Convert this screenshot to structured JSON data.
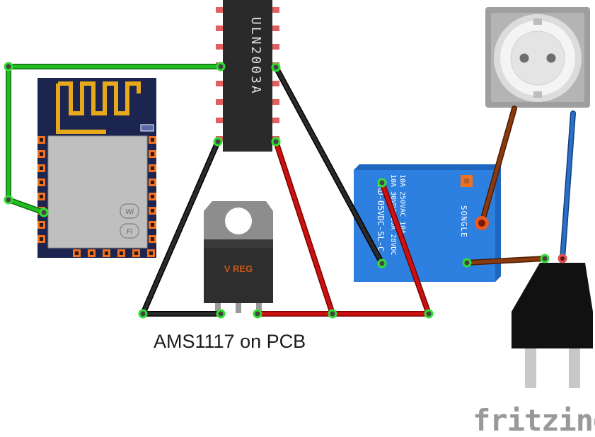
{
  "caption": "AMS1117 on PCB",
  "brand": "fritzing",
  "components": {
    "wifi_module": {
      "badge_top": "Wi",
      "badge_bottom": "Fi"
    },
    "driver_ic": {
      "label": "ULN2003A"
    },
    "regulator": {
      "label": "V REG"
    },
    "relay": {
      "brand": "SONGLE",
      "spec_line_1": "10A 250VAC 10A 1",
      "spec_line_2": "10A 30VDC 10A 28VDC",
      "model": "SRD-05VDC-SL-C"
    }
  },
  "colors": {
    "wire_green": "#22bb22",
    "wire_black": "#111111",
    "wire_red": "#cc1111",
    "wire_brown": "#8b3a0e",
    "wire_blue": "#2a6fc9",
    "relay_body": "#2d7fe0",
    "chip_body": "#2a2a2a",
    "pcb_navy": "#1b2550",
    "pad_orange": "#f07020",
    "brand_gray": "#999999"
  }
}
